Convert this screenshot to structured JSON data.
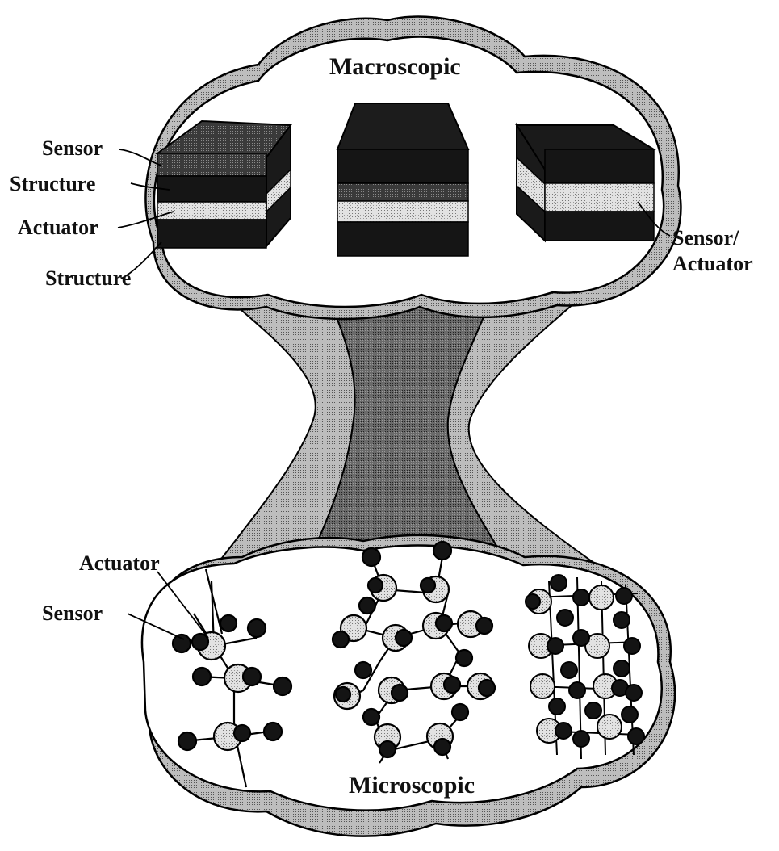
{
  "title_top": "Macroscopic",
  "title_bottom": "Microscopic",
  "labels": {
    "sensor": "Sensor",
    "structure_upper": "Structure",
    "actuator": "Actuator",
    "structure_lower": "Structure",
    "sensor_actuator_line1": "Sensor/",
    "sensor_actuator_line2": "Actuator",
    "micro_actuator": "Actuator",
    "micro_sensor": "Sensor"
  },
  "colors": {
    "outline": "#000000",
    "dark_layer": "#161616",
    "sensor_layer": "#4a4a4a",
    "actuator_layer": "#d9d9d9",
    "funnel_side": "#a8a8a8",
    "funnel_center": "#6e6e6e",
    "atom_dark": "#141414",
    "atom_light": "#e8e8e8"
  }
}
